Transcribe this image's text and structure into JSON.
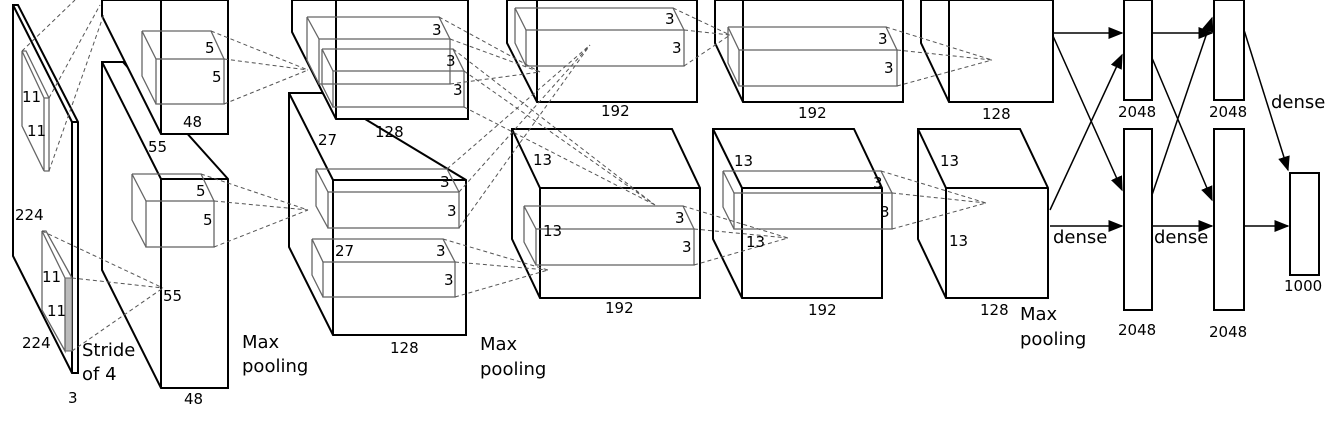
{
  "title": "CNN architecture diagram",
  "labels": {
    "input_h": "224",
    "input_w": "224",
    "input_d": "3",
    "k1_a": "11",
    "k1_b": "11",
    "k1_c": "11",
    "k1_d": "11",
    "stride_1": "Stride",
    "stride_2": "of 4",
    "c1_w": "55",
    "c1_h": "55",
    "c1_top_d": "48",
    "c1_bot_d": "48",
    "k2": "5",
    "pool1_1": "Max",
    "pool1_2": "pooling",
    "c2_a": "27",
    "c2_b": "27",
    "c2_top_d": "128",
    "c2_bot_d": "128",
    "k3": "3",
    "pool2_1": "Max",
    "pool2_2": "pooling",
    "c3_top_d": "192",
    "c3_bot_d": "192",
    "c3_s": "13",
    "c4_top_d": "192",
    "c4_bot_d": "192",
    "c4_s": "13",
    "c5_top_d": "128",
    "c5_bot_d": "128",
    "c5_s": "13",
    "pool3_1": "Max",
    "pool3_2": "pooling",
    "dense": "dense",
    "fc6": "2048",
    "fc7": "2048",
    "out": "1000"
  }
}
